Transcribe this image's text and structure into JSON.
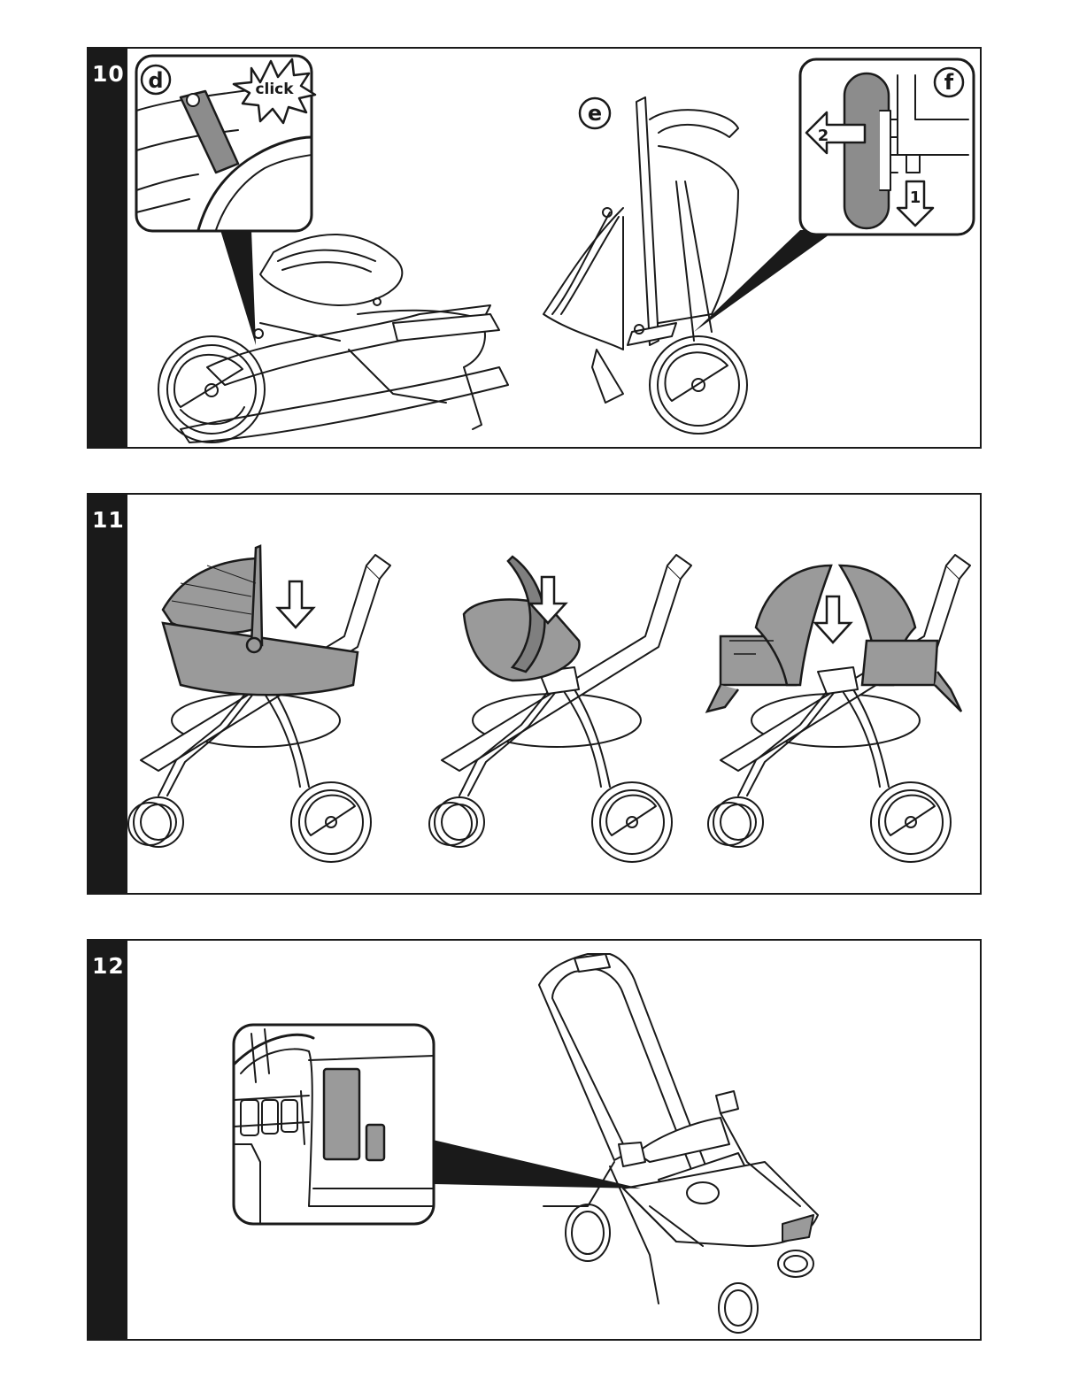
{
  "steps": [
    {
      "number": "10",
      "callouts": [
        {
          "letter": "d",
          "burst_text": "click"
        },
        {
          "letter": "e"
        },
        {
          "letter": "f",
          "arrow_labels": [
            "2",
            "1"
          ]
        }
      ]
    },
    {
      "number": "11",
      "attachments": [
        "carrycot",
        "car-seat",
        "seat-unit"
      ]
    },
    {
      "number": "12",
      "callouts": []
    }
  ],
  "colors": {
    "line": "#1a1a1a",
    "fill_gray": "#9a9a9a",
    "fill_light": "#ffffff"
  }
}
